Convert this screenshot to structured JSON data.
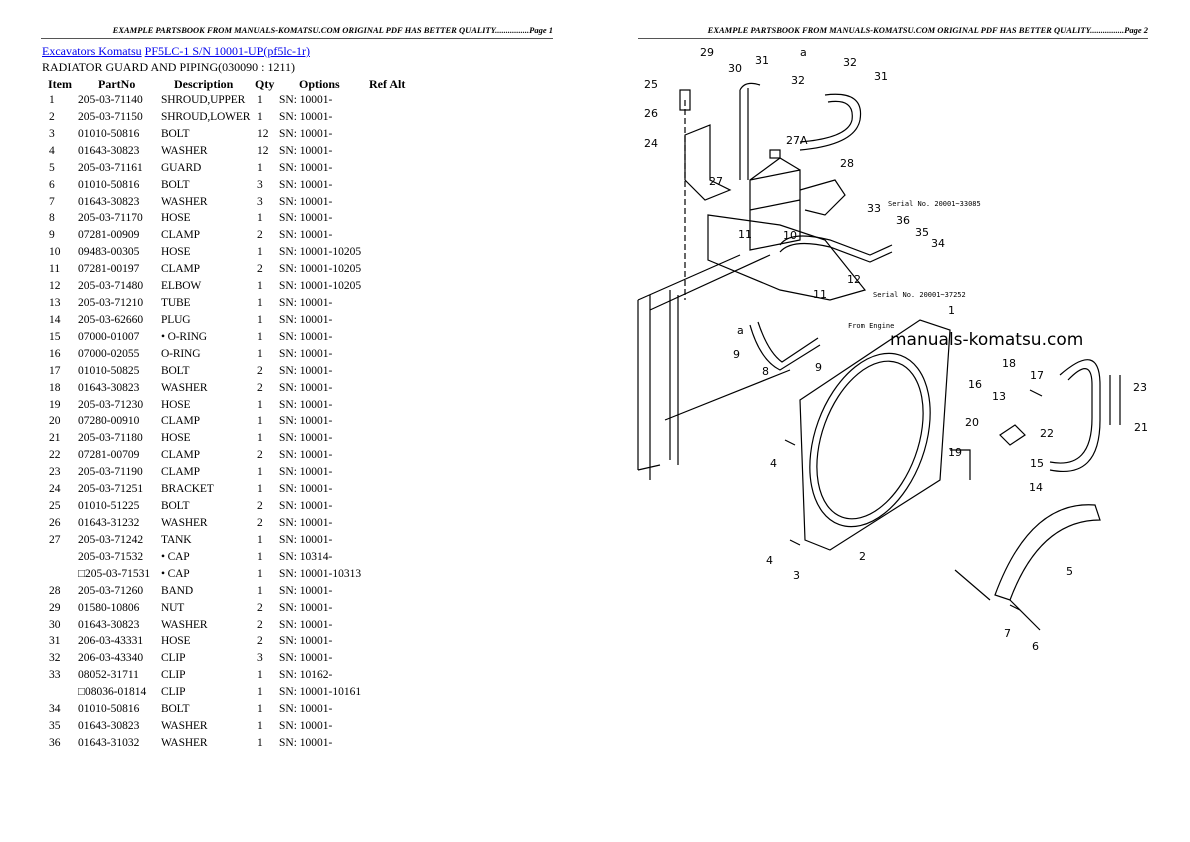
{
  "page1": {
    "header": "EXAMPLE PARTSBOOK FROM MANUALS-KOMATSU.COM ORIGINAL PDF HAS BETTER QUALITY................Page 1",
    "breadcrumb": {
      "link1": "Excavators Komatsu",
      "link2": "PF5LC-1 S/N 10001-UP(pf5lc-1r)"
    },
    "section_title": "RADIATOR GUARD AND PIPING(030090 : 1211)",
    "columns": [
      "Item",
      "PartNo",
      "Description",
      "Qty",
      "Options",
      "Ref Alt"
    ],
    "rows": [
      [
        "1",
        "205-03-71140",
        "SHROUD,UPPER",
        "1",
        "SN: 10001-"
      ],
      [
        "2",
        "205-03-71150",
        "SHROUD,LOWER",
        "1",
        "SN: 10001-"
      ],
      [
        "3",
        "01010-50816",
        "BOLT",
        "12",
        "SN: 10001-"
      ],
      [
        "4",
        "01643-30823",
        "WASHER",
        "12",
        "SN: 10001-"
      ],
      [
        "5",
        "205-03-71161",
        "GUARD",
        "1",
        "SN: 10001-"
      ],
      [
        "6",
        "01010-50816",
        "BOLT",
        "3",
        "SN: 10001-"
      ],
      [
        "7",
        "01643-30823",
        "WASHER",
        "3",
        "SN: 10001-"
      ],
      [
        "8",
        "205-03-71170",
        "HOSE",
        "1",
        "SN: 10001-"
      ],
      [
        "9",
        "07281-00909",
        "CLAMP",
        "2",
        "SN: 10001-"
      ],
      [
        "10",
        "09483-00305",
        "HOSE",
        "1",
        "SN: 10001-10205"
      ],
      [
        "11",
        "07281-00197",
        "CLAMP",
        "2",
        "SN: 10001-10205"
      ],
      [
        "12",
        "205-03-71480",
        "ELBOW",
        "1",
        "SN: 10001-10205"
      ],
      [
        "13",
        "205-03-71210",
        "TUBE",
        "1",
        "SN: 10001-"
      ],
      [
        "14",
        "205-03-62660",
        "PLUG",
        "1",
        "SN: 10001-"
      ],
      [
        "15",
        "07000-01007",
        "• O-RING",
        "1",
        "SN: 10001-"
      ],
      [
        "16",
        "07000-02055",
        "O-RING",
        "1",
        "SN: 10001-"
      ],
      [
        "17",
        "01010-50825",
        "BOLT",
        "2",
        "SN: 10001-"
      ],
      [
        "18",
        "01643-30823",
        "WASHER",
        "2",
        "SN: 10001-"
      ],
      [
        "19",
        "205-03-71230",
        "HOSE",
        "1",
        "SN: 10001-"
      ],
      [
        "20",
        "07280-00910",
        "CLAMP",
        "1",
        "SN: 10001-"
      ],
      [
        "21",
        "205-03-71180",
        "HOSE",
        "1",
        "SN: 10001-"
      ],
      [
        "22",
        "07281-00709",
        "CLAMP",
        "2",
        "SN: 10001-"
      ],
      [
        "23",
        "205-03-71190",
        "CLAMP",
        "1",
        "SN: 10001-"
      ],
      [
        "24",
        "205-03-71251",
        "BRACKET",
        "1",
        "SN: 10001-"
      ],
      [
        "25",
        "01010-51225",
        "BOLT",
        "2",
        "SN: 10001-"
      ],
      [
        "26",
        "01643-31232",
        "WASHER",
        "2",
        "SN: 10001-"
      ],
      [
        "27",
        "205-03-71242",
        "TANK",
        "1",
        "SN: 10001-"
      ],
      [
        "",
        "205-03-71532",
        "• CAP",
        "1",
        "SN: 10314-"
      ],
      [
        "",
        "□205-03-71531",
        "• CAP",
        "1",
        "SN: 10001-10313"
      ],
      [
        "28",
        "205-03-71260",
        "BAND",
        "1",
        "SN: 10001-"
      ],
      [
        "29",
        "01580-10806",
        "NUT",
        "2",
        "SN: 10001-"
      ],
      [
        "30",
        "01643-30823",
        "WASHER",
        "2",
        "SN: 10001-"
      ],
      [
        "31",
        "206-03-43331",
        "HOSE",
        "2",
        "SN: 10001-"
      ],
      [
        "32",
        "206-03-43340",
        "CLIP",
        "3",
        "SN: 10001-"
      ],
      [
        "33",
        "08052-31711",
        "CLIP",
        "1",
        "SN: 10162-"
      ],
      [
        "",
        "□08036-01814",
        "CLIP",
        "1",
        "SN: 10001-10161"
      ],
      [
        "34",
        "01010-50816",
        "BOLT",
        "1",
        "SN: 10001-"
      ],
      [
        "35",
        "01643-30823",
        "WASHER",
        "1",
        "SN: 10001-"
      ],
      [
        "36",
        "01643-31032",
        "WASHER",
        "1",
        "SN: 10001-"
      ]
    ]
  },
  "page2": {
    "header": "EXAMPLE PARTSBOOK FROM MANUALS-KOMATSU.COM ORIGINAL PDF HAS BETTER QUALITY................Page 2",
    "diagram": {
      "callouts": [
        "29",
        "30",
        "31",
        "a",
        "32",
        "31",
        "25",
        "32",
        "26",
        "27A",
        "24",
        "28",
        "27",
        "33",
        "36",
        "35",
        "34",
        "11",
        "10",
        "12",
        "11",
        "1",
        "a",
        "9",
        "9",
        "8",
        "18",
        "17",
        "16",
        "13",
        "20",
        "23",
        "21",
        "22",
        "15",
        "19",
        "4",
        "14",
        "5",
        "2",
        "4",
        "3",
        "7",
        "6"
      ],
      "notes": [
        "Serial No. 20001~33085",
        "Serial No. 20001~37252",
        "From Engine"
      ],
      "watermark": "manuals-komatsu.com"
    }
  }
}
